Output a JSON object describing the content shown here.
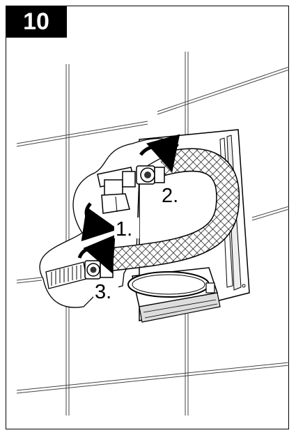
{
  "step": {
    "number": "10"
  },
  "labels": {
    "step1": "1.",
    "step2": "2.",
    "step3": "3."
  },
  "icons": {
    "arrow1": "curved-arrow-icon",
    "arrow2": "curved-arrow-icon",
    "arrow3": "curved-arrow-icon"
  }
}
